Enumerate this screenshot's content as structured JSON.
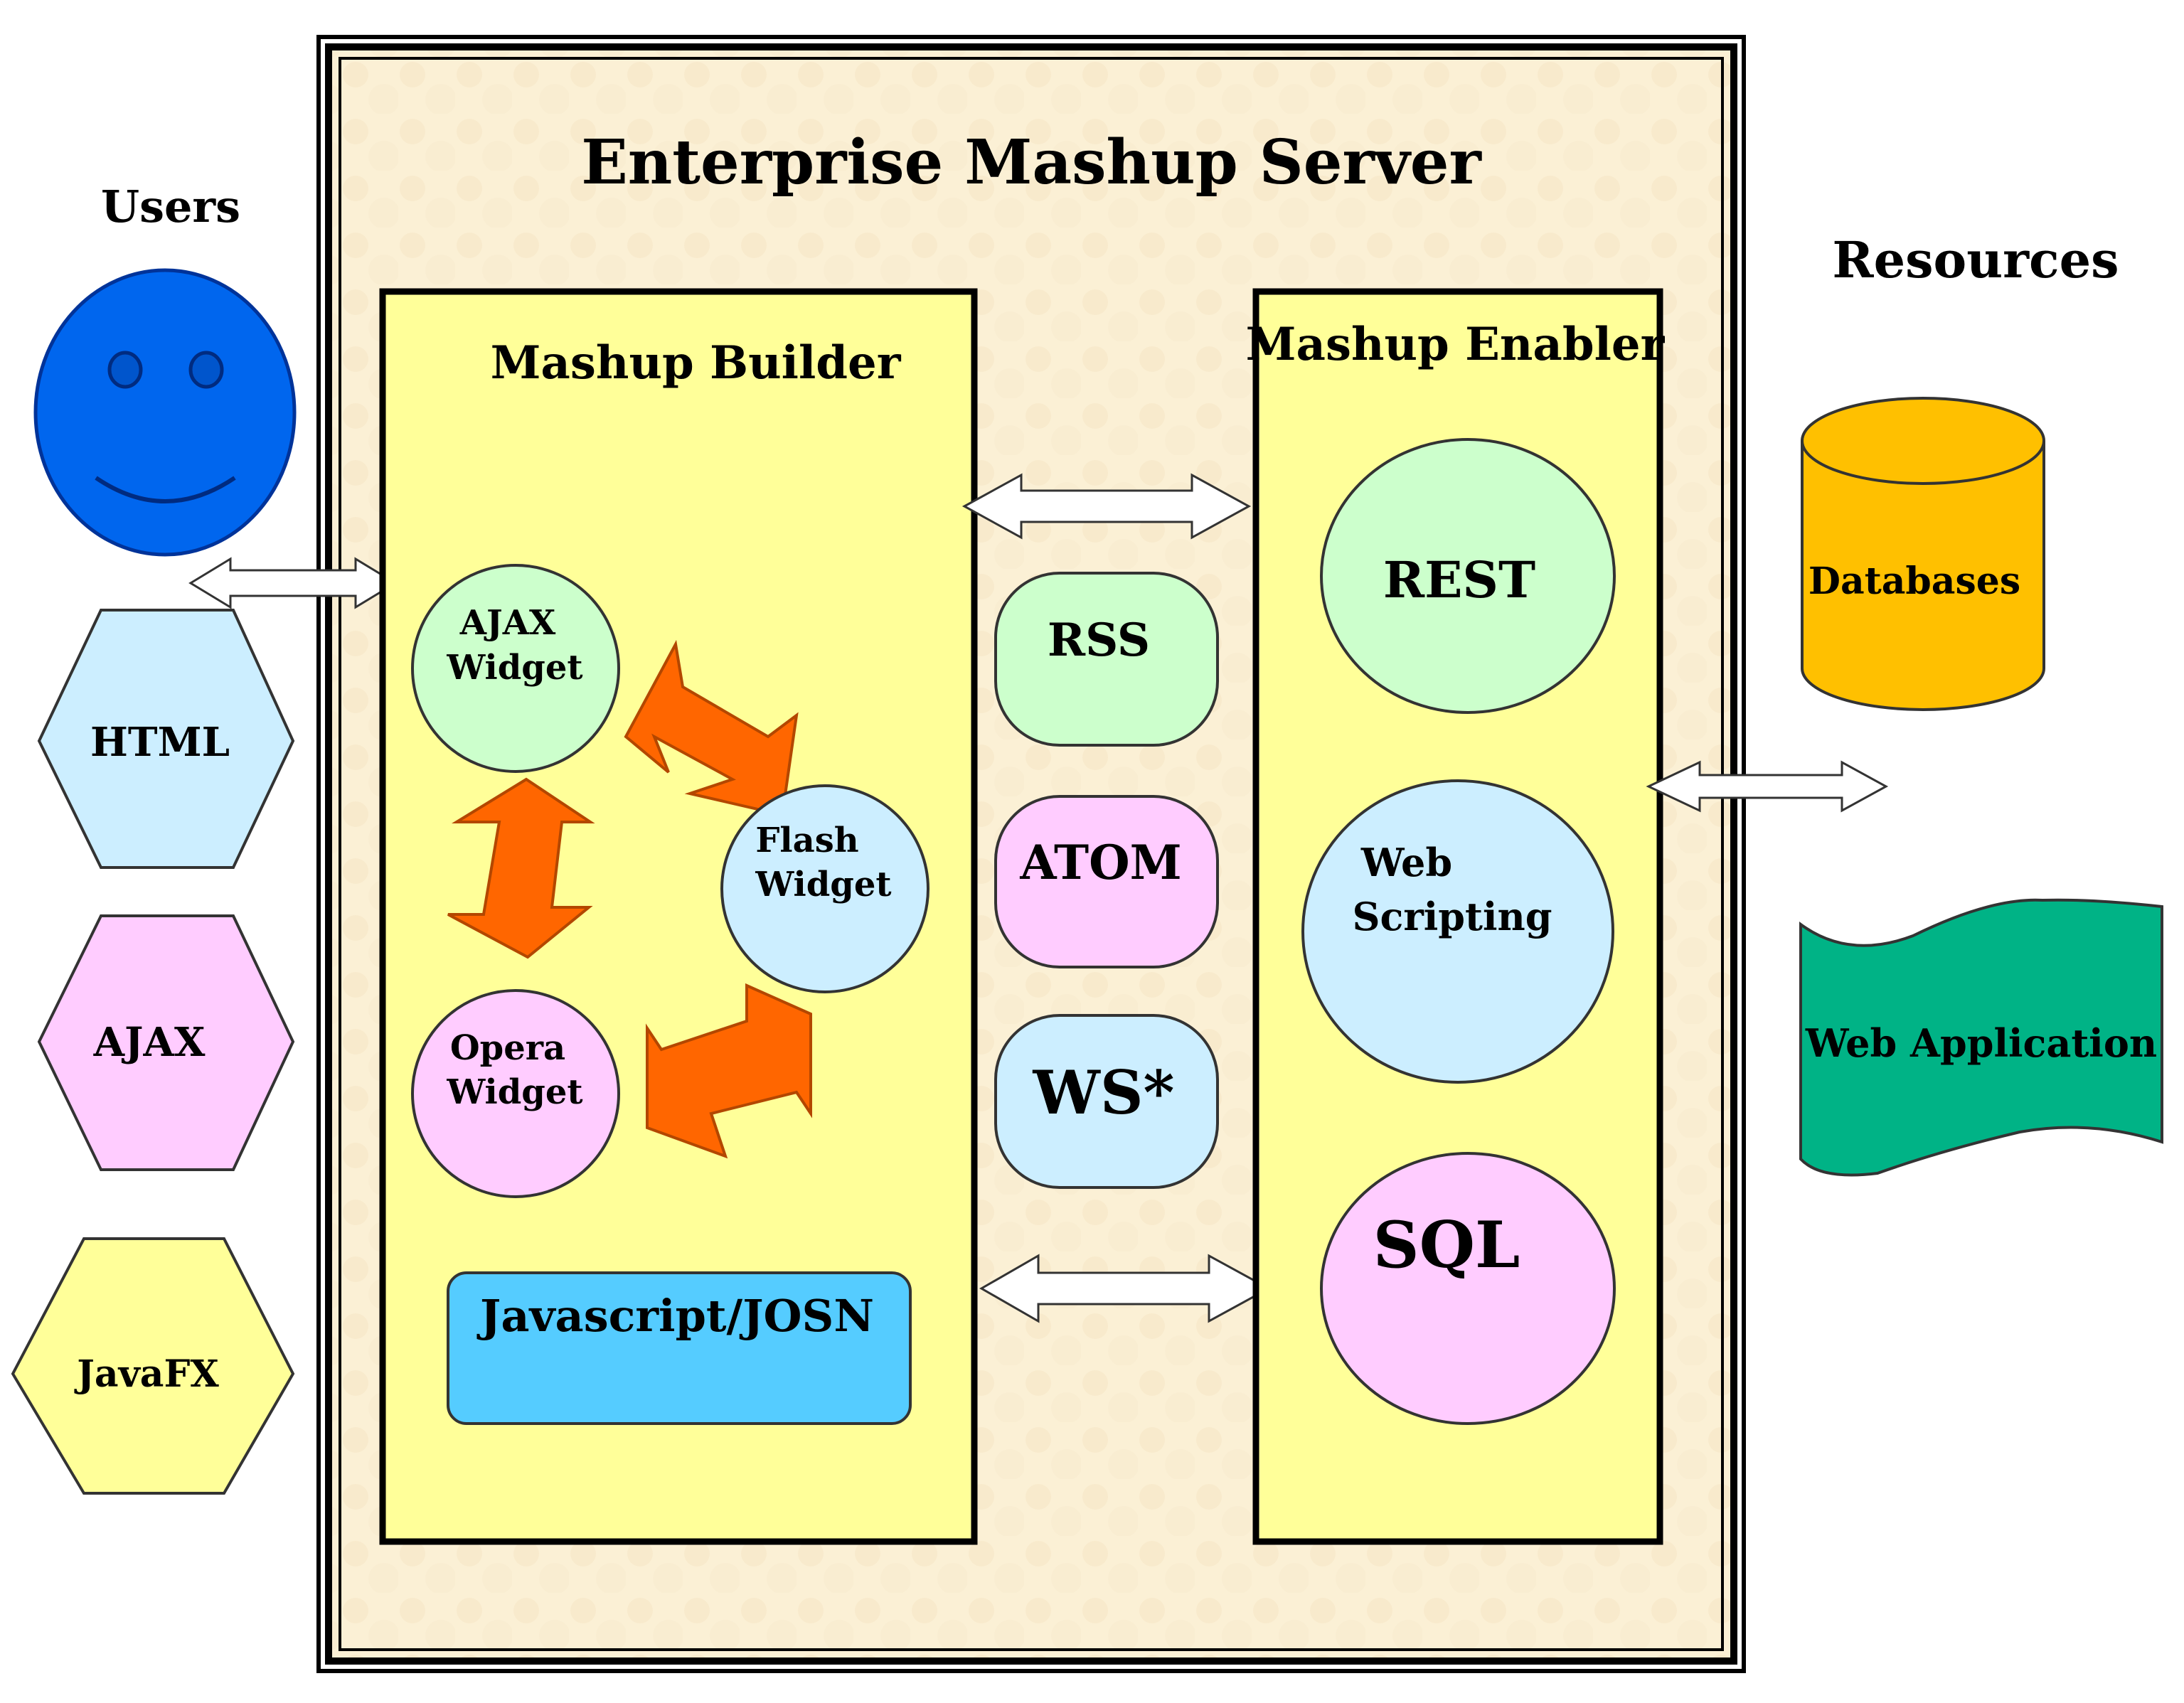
{
  "server": {
    "title": "Enterprise Mashup Server"
  },
  "users": {
    "label": "Users",
    "technologies": [
      "HTML",
      "AJAX",
      "JavaFX"
    ]
  },
  "resources": {
    "label": "Resources",
    "databases": "Databases",
    "web_application": "Web Application"
  },
  "builder": {
    "title": "Mashup Builder",
    "widgets": {
      "ajax": [
        "AJAX",
        "Widget"
      ],
      "flash": [
        "Flash",
        "Widget"
      ],
      "opera": [
        "Opera",
        "Widget"
      ]
    },
    "javascript": "Javascript/JOSN"
  },
  "protocols": [
    "RSS",
    "ATOM",
    "WS*"
  ],
  "enabler": {
    "title": "Mashup Enabler",
    "rest": "REST",
    "web_scripting": [
      "Web",
      "Scripting"
    ],
    "sql": "SQL"
  },
  "colors": {
    "page_background": "#ffffff",
    "server_background": "#fbf0d5",
    "panel_fill": "#ffff99",
    "face_blue": "#0066ee",
    "green_light": "#ccffcc",
    "blue_light": "#cceeff",
    "pink_light": "#ffccff",
    "yellow_light": "#ffff99",
    "orange_arrow": "#ff6600",
    "database_gold": "#ffc000",
    "web_app_green": "#00b386",
    "javascript_blue": "#55ccff"
  }
}
